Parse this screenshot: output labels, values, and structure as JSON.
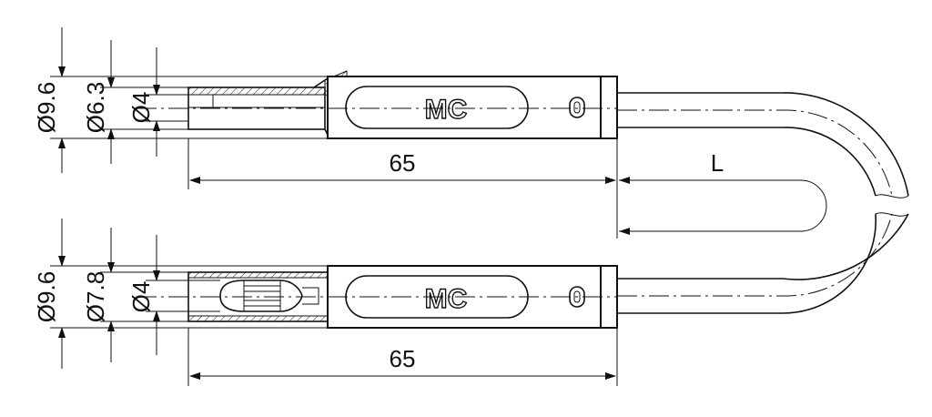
{
  "top_connector": {
    "diam_outer": "Ø9.6",
    "diam_mid": "Ø6.3",
    "diam_inner": "Ø4",
    "length": "65",
    "logo": "MC"
  },
  "bottom_connector": {
    "diam_outer": "Ø9.6",
    "diam_mid": "Ø7.8",
    "diam_inner": "Ø4",
    "length": "65",
    "logo": "MC"
  },
  "cable_length_label": "L"
}
